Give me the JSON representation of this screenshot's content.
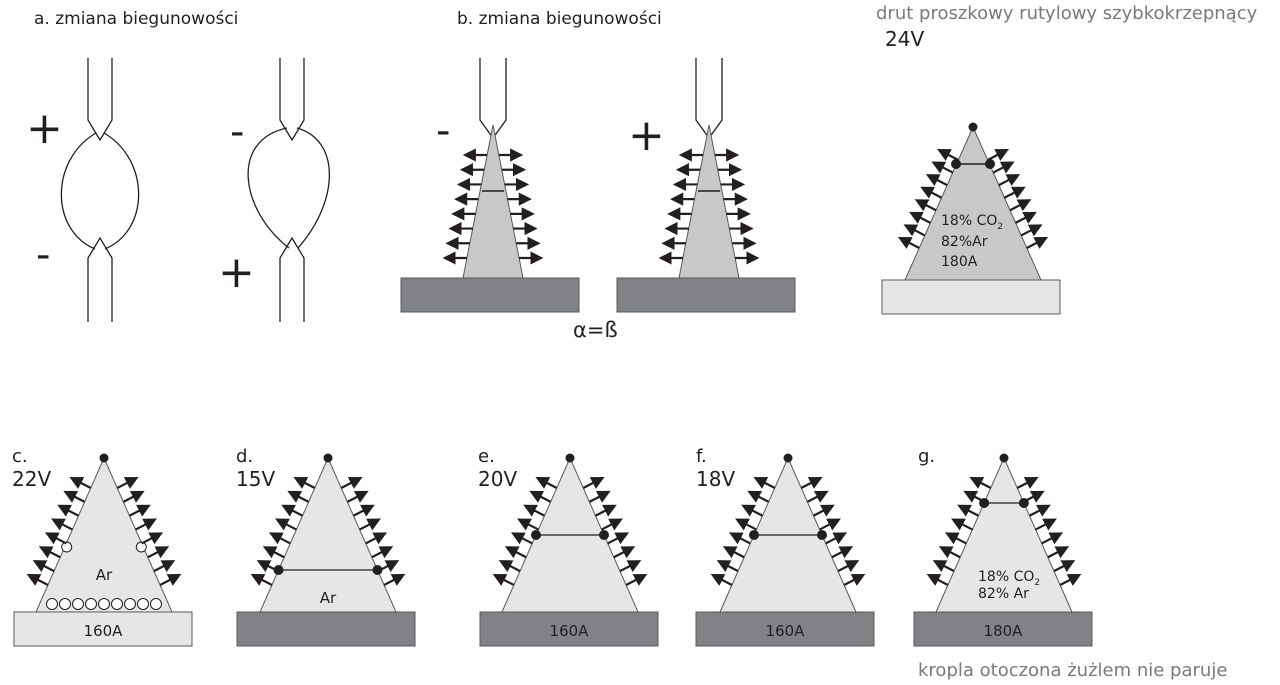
{
  "title_a": "a. zmiana biegunowości",
  "title_b": "b. zmiana biegunowości",
  "title_top_right": "drut proszkowy rutylowy szybkokrzepnący",
  "voltage_top_right": "24V",
  "alpha_beta": "α=ß",
  "footer_note": "kropla otoczona żużlem nie paruje",
  "colors": {
    "cone_fill": "#c8c8c8",
    "light_fill": "#e6e6e6",
    "dark_base": "#808285",
    "stroke": "#58595b",
    "ink": "#231f20"
  },
  "panel_a": {
    "left": {
      "top_sign": "+",
      "bottom_sign": "-"
    },
    "right": {
      "top_sign": "-",
      "bottom_sign": "+"
    }
  },
  "panel_b": {
    "left": {
      "sign": "-"
    },
    "right": {
      "sign": "+"
    }
  },
  "panel_top_right": {
    "gas_line1": "18% CO",
    "gas_sub": "2",
    "gas_line2": "82%Ar",
    "current": "180A"
  },
  "panels": [
    {
      "id": "c",
      "label": "c.",
      "voltage": "22V",
      "inner": "Ar",
      "current": "160A"
    },
    {
      "id": "d",
      "label": "d.",
      "voltage": "15V",
      "inner": "Ar",
      "current": ""
    },
    {
      "id": "e",
      "label": "e.",
      "voltage": "20V",
      "inner": "",
      "current": "160A"
    },
    {
      "id": "f",
      "label": "f.",
      "voltage": "18V",
      "inner": "",
      "current": "160A"
    },
    {
      "id": "g",
      "label": "g.",
      "voltage": "",
      "inner_line1": "18% CO",
      "inner_sub": "2",
      "inner_line2": "82% Ar",
      "current": "180A"
    }
  ]
}
